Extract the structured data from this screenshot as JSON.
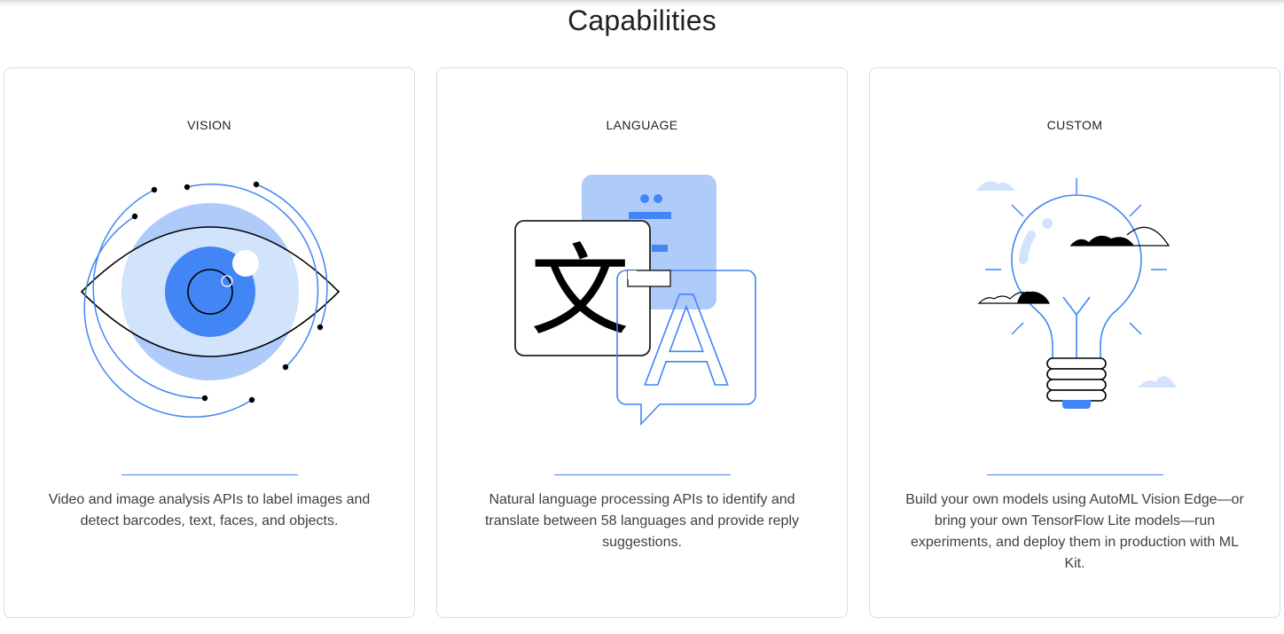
{
  "page": {
    "title": "Capabilities"
  },
  "colors": {
    "accent_blue": "#4285f4",
    "light_blue": "#aecbfa",
    "pale_blue": "#d2e3fc",
    "card_border": "#dadce0",
    "text": "#202124"
  },
  "cards": [
    {
      "title": "VISION",
      "icon": "eye-illustration",
      "description": "Video and image analysis APIs to label images and detect barcodes, text, faces, and objects."
    },
    {
      "title": "LANGUAGE",
      "icon": "translate-illustration",
      "description": "Natural language processing APIs to identify and translate between 58 languages and provide reply suggestions."
    },
    {
      "title": "CUSTOM",
      "icon": "lightbulb-illustration",
      "description": "Build your own models using AutoML Vision Edge—or bring your own TensorFlow Lite models—run experiments, and deploy them in production with ML Kit."
    }
  ],
  "illustration_text": {
    "chinese_glyph": "文",
    "latin_glyph": "A"
  }
}
